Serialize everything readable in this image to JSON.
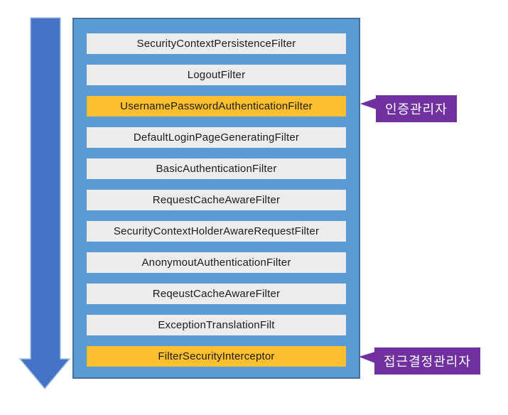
{
  "diagram": {
    "filters": [
      {
        "label": "SecurityContextPersistenceFilter",
        "highlighted": false
      },
      {
        "label": "LogoutFilter",
        "highlighted": false
      },
      {
        "label": "UsernamePasswordAuthenticationFilter",
        "highlighted": true
      },
      {
        "label": "DefaultLoginPageGeneratingFilter",
        "highlighted": false
      },
      {
        "label": "BasicAuthenticationFilter",
        "highlighted": false
      },
      {
        "label": "RequestCacheAwareFilter",
        "highlighted": false
      },
      {
        "label": "SecurityContextHolderAwareRequestFilter",
        "highlighted": false
      },
      {
        "label": "AnonymoutAuthenticationFilter",
        "highlighted": false
      },
      {
        "label": "ReqeustCacheAwareFilter",
        "highlighted": false
      },
      {
        "label": "ExceptionTranslationFilt",
        "highlighted": false
      },
      {
        "label": "FilterSecurityInterceptor",
        "highlighted": true
      }
    ],
    "callouts": [
      {
        "label": "인증관리자",
        "points_to": "UsernamePasswordAuthenticationFilter"
      },
      {
        "label": "접근결정관리자",
        "points_to": "FilterSecurityInterceptor"
      }
    ],
    "arrow": {
      "direction": "down"
    },
    "colors": {
      "container_fill": "#5B9BD5",
      "container_border": "#41719C",
      "filter_fill": "#ECECEC",
      "highlight_fill": "#FDBF2D",
      "callout_fill": "#7030A0",
      "callout_text": "#FFFFFF",
      "arrow_fill": "#4472C4",
      "arrow_border": "#A9C0E4"
    }
  }
}
